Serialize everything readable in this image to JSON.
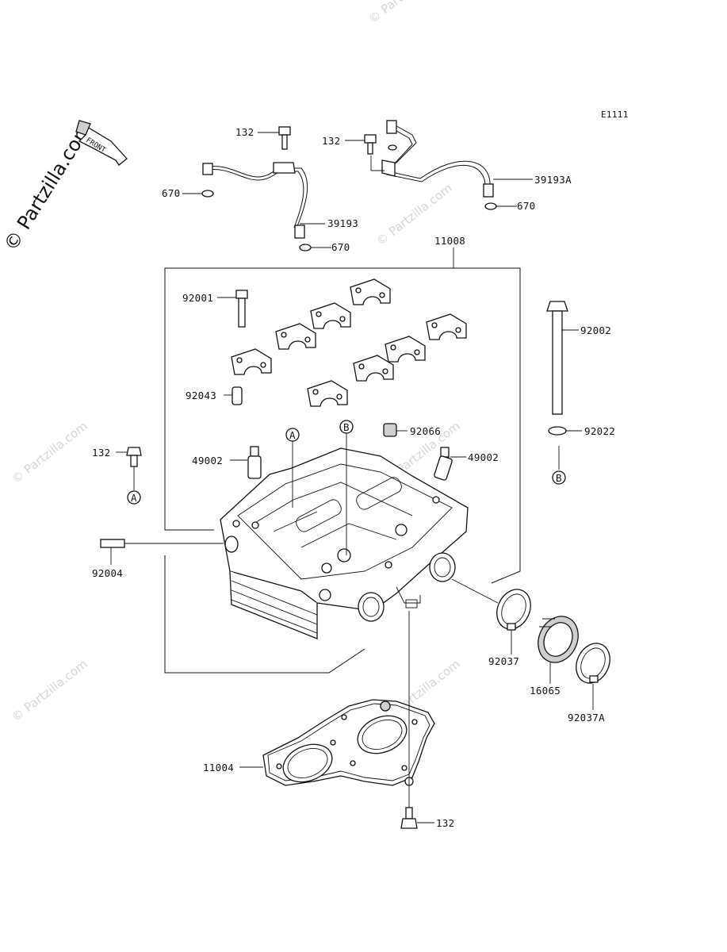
{
  "diagram_code": "E1111",
  "brand_watermark": "© Partzilla.com",
  "front_marker": "FRONT",
  "callouts": {
    "p11008": "11008",
    "p132_top_left": "132",
    "p132_top_right": "132",
    "p670_left": "670",
    "p670_bottom": "670",
    "p670_right": "670",
    "p39193": "39193",
    "p39193A": "39193A",
    "p92001": "92001",
    "p92043": "92043",
    "p92002": "92002",
    "p92022": "92022",
    "p92066": "92066",
    "p49002_left": "49002",
    "p49002_right": "49002",
    "p132_side": "132",
    "p92004": "92004",
    "p92037": "92037",
    "p16065": "16065",
    "p92037A": "92037A",
    "p11004": "11004",
    "p132_bottom": "132"
  },
  "ref_markers": {
    "a_top": "A",
    "b_top": "B",
    "a_side": "A",
    "b_side": "B"
  }
}
